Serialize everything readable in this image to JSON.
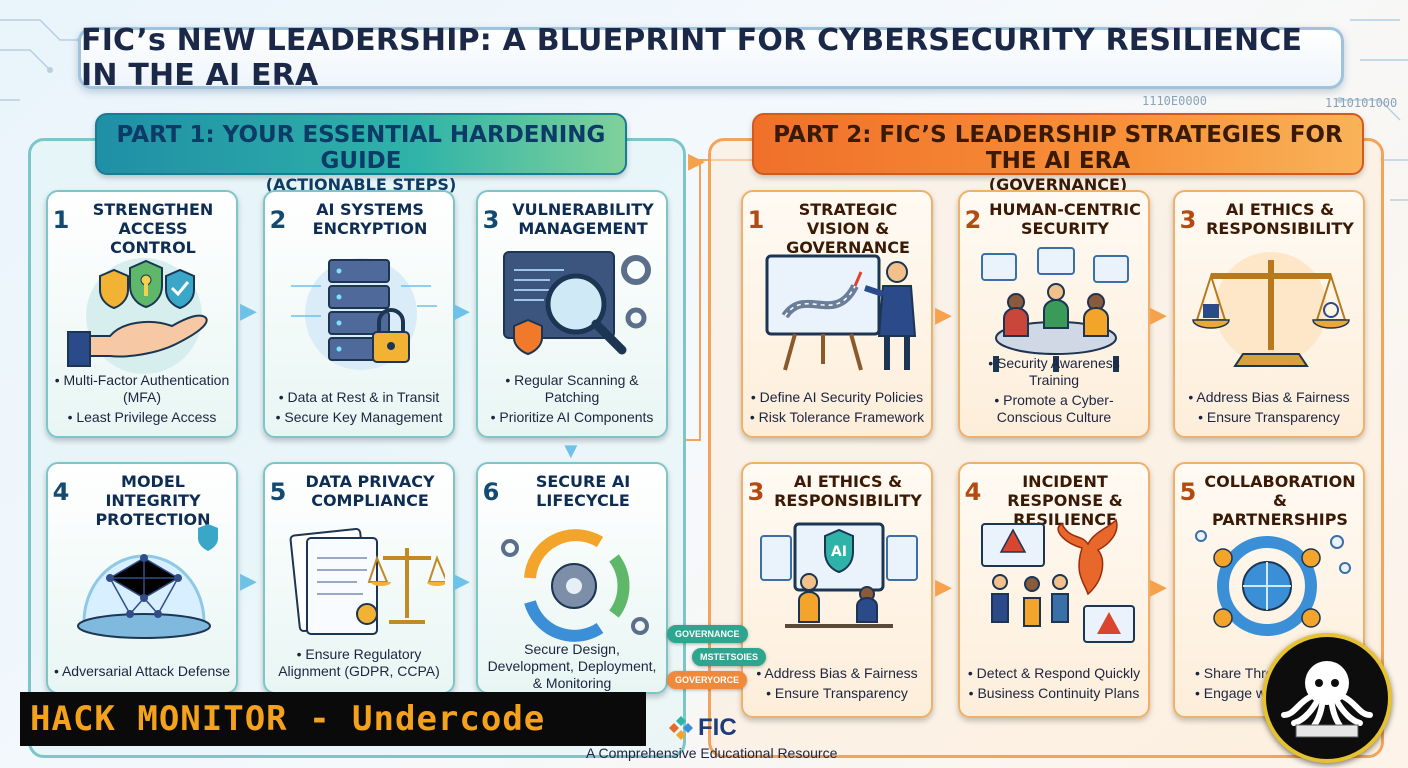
{
  "title": "FIC’s NEW LEADERSHIP: A BLUEPRINT FOR CYBERSECURITY RESILIENCE IN THE AI ERA",
  "binary_text_1": "1110E0000",
  "binary_text_2": "1110101000",
  "part1": {
    "title": "PART 1: YOUR ESSENTIAL HARDENING GUIDE",
    "subtitle": "(ACTIONABLE STEPS)",
    "cards": [
      {
        "num": "1",
        "title": "STRENGTHEN ACCESS CONTROL",
        "bullets": [
          "• Multi-Factor Authentication (MFA)",
          "• Least Privilege Access"
        ]
      },
      {
        "num": "2",
        "title": "AI SYSTEMS ENCRYPTION",
        "bullets": [
          "• Data at Rest & in Transit",
          "• Secure Key Management"
        ]
      },
      {
        "num": "3",
        "title": "VULNERABILITY MANAGEMENT",
        "bullets": [
          "• Regular Scanning & Patching",
          "• Prioritize AI Components"
        ]
      },
      {
        "num": "4",
        "title": "MODEL INTEGRITY PROTECTION",
        "bullets": [
          "• Adversarial Attack Defense"
        ]
      },
      {
        "num": "5",
        "title": "DATA PRIVACY COMPLIANCE",
        "bullets": [
          "• Ensure Regulatory Alignment (GDPR, CCPA)"
        ]
      },
      {
        "num": "6",
        "title": "SECURE AI LIFECYCLE",
        "bullets": [
          "Secure Design, Development, Deployment, & Monitoring"
        ]
      }
    ]
  },
  "part2": {
    "title": "PART 2: FIC’S LEADERSHIP STRATEGIES FOR THE AI ERA",
    "subtitle": "(GOVERNANCE)",
    "cards": [
      {
        "num": "1",
        "title": "STRATEGIC VISION & GOVERNANCE",
        "bullets": [
          "• Define AI Security Policies",
          "• Risk Tolerance Framework"
        ]
      },
      {
        "num": "2",
        "title": "HUMAN-CENTRIC SECURITY",
        "bullets": [
          "• Security Awareness Training",
          "• Promote a Cyber-Conscious Culture"
        ]
      },
      {
        "num": "3",
        "title": "AI ETHICS & RESPONSIBILITY",
        "bullets": [
          "• Address Bias & Fairness",
          "• Ensure Transparency"
        ]
      },
      {
        "num": "3",
        "title": "AI ETHICS & RESPONSIBILITY",
        "bullets": [
          "• Address Bias & Fairness",
          "• Ensure Transparency"
        ]
      },
      {
        "num": "4",
        "title": "INCIDENT RESPONSE & RESILIENCE",
        "bullets": [
          "• Detect & Respond Quickly",
          "• Business Continuity Plans"
        ]
      },
      {
        "num": "5",
        "title": "COLLABORATION & PARTNERSHIPS",
        "bullets": [
          "• Share Threa",
          "• Engage with"
        ]
      }
    ]
  },
  "side_tags": [
    "GOVERNANCE",
    "MSTETSOIES",
    "GOVERYORCE"
  ],
  "watermark": "HACK MONITOR - Undercode",
  "logo_text": "FIC",
  "footer": "A Comprehensive Educational Resource",
  "illustration_ai_label": "AI",
  "colors": {
    "teal": "#2fb3a8",
    "orange": "#f0702a",
    "navy": "#1b2848",
    "watermark": "#f4a11b"
  }
}
